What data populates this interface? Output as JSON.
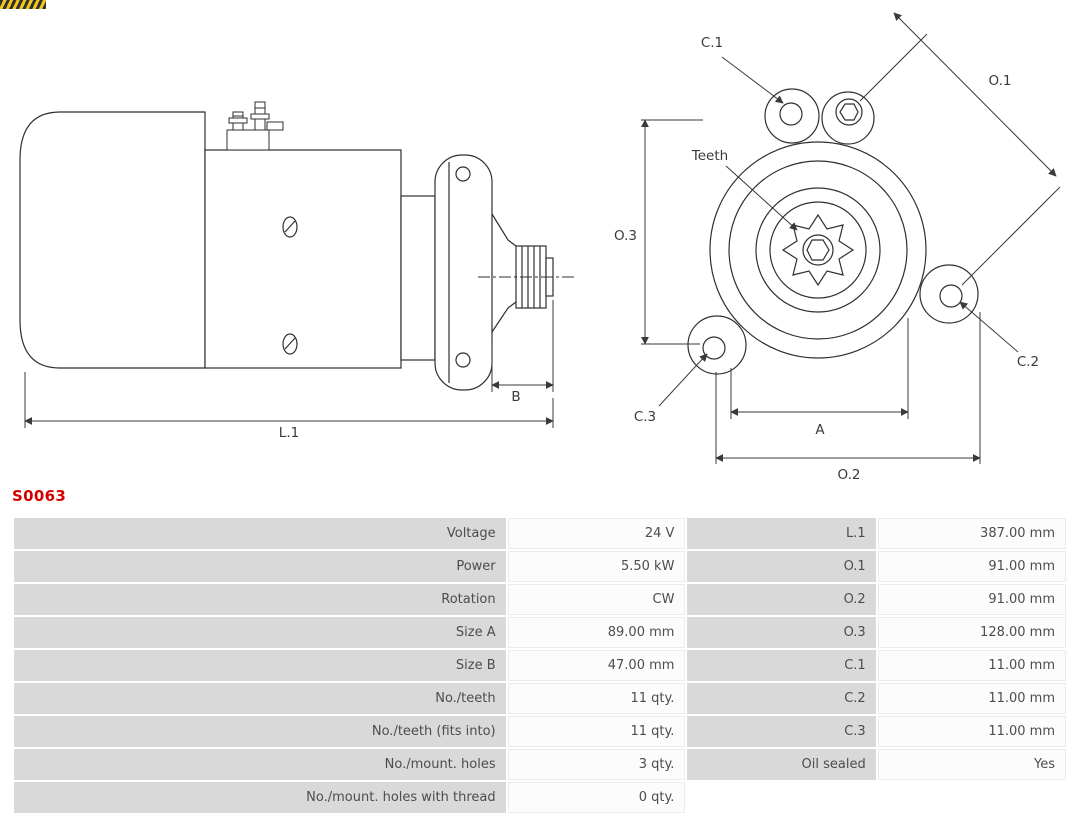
{
  "product": {
    "code": "S0063"
  },
  "colors": {
    "code_red": "#d40000",
    "table_label_bg": "#d9d9d9",
    "table_text": "#4d4d4d",
    "drawing_line": "#2f2f2f"
  },
  "diagram": {
    "labels": {
      "L1": "L.1",
      "B": "B",
      "C1": "C.1",
      "C2": "C.2",
      "C3": "C.3",
      "O1": "O.1",
      "O2": "O.2",
      "O3": "O.3",
      "A": "A",
      "teeth": "Teeth"
    }
  },
  "spec_table": {
    "rows": [
      {
        "label1": "Voltage",
        "value1": "24 V",
        "label2": "L.1",
        "value2": "387.00 mm"
      },
      {
        "label1": "Power",
        "value1": "5.50 kW",
        "label2": "O.1",
        "value2": "91.00 mm"
      },
      {
        "label1": "Rotation",
        "value1": "CW",
        "label2": "O.2",
        "value2": "91.00 mm"
      },
      {
        "label1": "Size A",
        "value1": "89.00 mm",
        "label2": "O.3",
        "value2": "128.00 mm"
      },
      {
        "label1": "Size B",
        "value1": "47.00 mm",
        "label2": "C.1",
        "value2": "11.00 mm"
      },
      {
        "label1": "No./teeth",
        "value1": "11 qty.",
        "label2": "C.2",
        "value2": "11.00 mm"
      },
      {
        "label1": "No./teeth (fits into)",
        "value1": "11 qty.",
        "label2": "C.3",
        "value2": "11.00 mm"
      },
      {
        "label1": "No./mount. holes",
        "value1": "3 qty.",
        "label2": "Oil sealed",
        "value2": "Yes"
      },
      {
        "label1": "No./mount. holes with thread",
        "value1": "0 qty.",
        "label2": "",
        "value2": ""
      }
    ]
  }
}
